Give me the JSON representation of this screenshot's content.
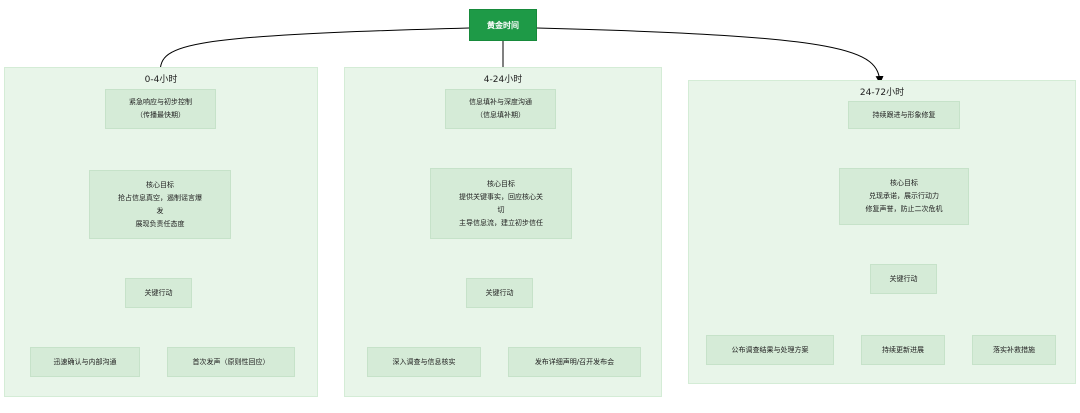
{
  "root": {
    "label": "黄金时间"
  },
  "colors": {
    "root_fill": "#1e9a47",
    "cluster_fill": "#e8f5e9",
    "node_fill": "#d5ebd7",
    "edge": "#000000"
  },
  "phases": [
    {
      "title": "0-4小时",
      "phase_node": [
        "紧急响应与初步控制",
        "（传播最快期）"
      ],
      "goal_node": [
        "核心目标",
        "抢占信息真空，遏制谣言爆",
        "发",
        "展现负责任态度"
      ],
      "action_node": [
        "关键行动"
      ],
      "leaves": [
        [
          "迅速确认与内部沟通"
        ],
        [
          "首次发声（原则性回应）"
        ]
      ]
    },
    {
      "title": "4-24小时",
      "phase_node": [
        "信息填补与深度沟通",
        "（信息填补期）"
      ],
      "goal_node": [
        "核心目标",
        "提供关键事实，回应核心关",
        "切",
        "主导信息流，建立初步信任"
      ],
      "action_node": [
        "关键行动"
      ],
      "leaves": [
        [
          "深入调查与信息核实"
        ],
        [
          "发布详细声明/召开发布会"
        ]
      ]
    },
    {
      "title": "24-72小时",
      "phase_node": [
        "持续跟进与形象修复"
      ],
      "goal_node": [
        "核心目标",
        "兑现承诺，展示行动力",
        "修复声誉，防止二次危机"
      ],
      "action_node": [
        "关键行动"
      ],
      "leaves": [
        [
          "公布调查结果与处理方案"
        ],
        [
          "持续更新进展"
        ],
        [
          "落实补救措施"
        ]
      ]
    }
  ]
}
